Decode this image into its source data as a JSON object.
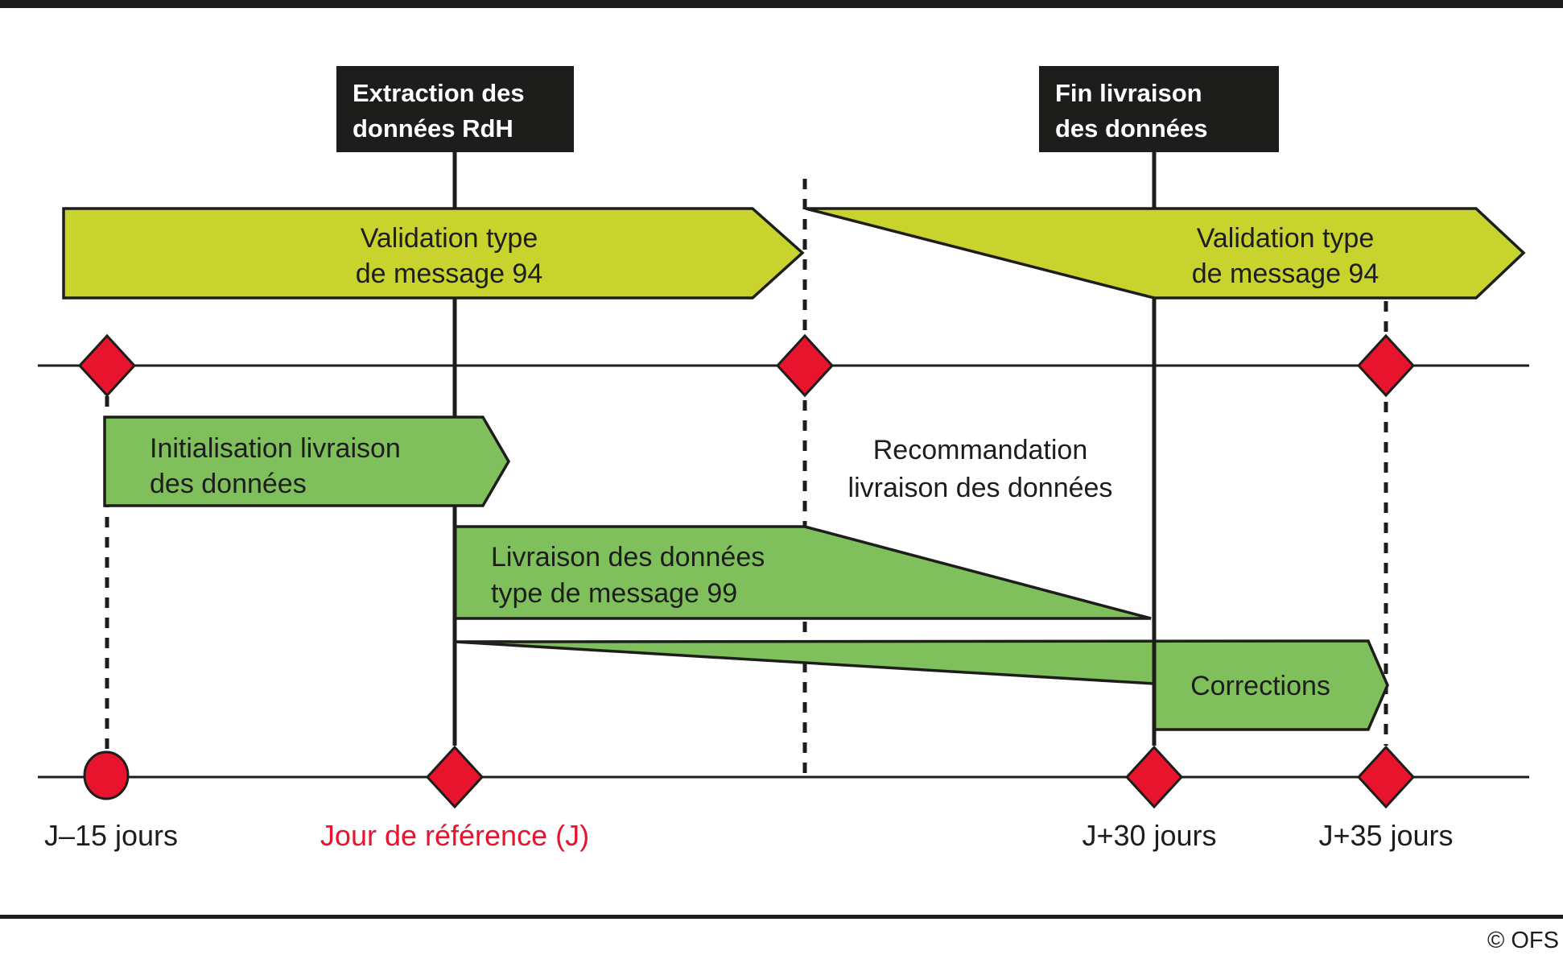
{
  "palette": {
    "ink_black": "#1d1d1b",
    "band_yellow": "#c9d32e",
    "band_green": "#7fc05d",
    "marker_red": "#e8132c",
    "background": "#ffffff"
  },
  "icons": {
    "milestone_diamond": "diamond-marker-icon",
    "milestone_circle": "circle-marker-icon"
  },
  "milestones": {
    "extraction": {
      "line1": "Extraction des",
      "line2": "données RdH"
    },
    "fin_livraison": {
      "line1": "Fin livraison",
      "line2": "des données"
    }
  },
  "bands": {
    "validation_msg94_left": {
      "line1": "Validation type",
      "line2": "de message 94"
    },
    "validation_msg94_right": {
      "line1": "Validation type",
      "line2": "de message 94"
    },
    "initialisation": {
      "line1": "Initialisation livraison",
      "line2": "des données"
    },
    "livraison_msg99": {
      "line1": "Livraison des données",
      "line2": "type de message 99"
    },
    "recommandation": {
      "line1": "Recommandation",
      "line2": "livraison des données"
    },
    "corrections": {
      "label": "Corrections"
    }
  },
  "axis": {
    "j_minus_15": "J–15 jours",
    "reference_day": "Jour de référence (J)",
    "j_plus_30": "J+30 jours",
    "j_plus_35": "J+35 jours"
  },
  "footer": {
    "copyright": "© OFS"
  }
}
